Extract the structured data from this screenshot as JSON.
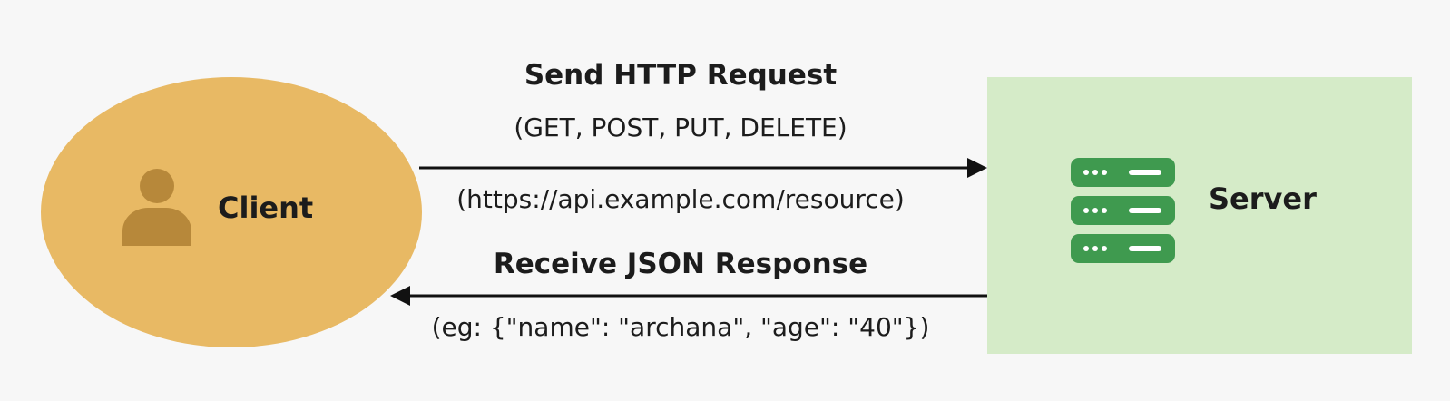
{
  "client": {
    "label": "Client",
    "icon": "user-icon",
    "color": "#e8b964",
    "icon_color": "#b7883a"
  },
  "server": {
    "label": "Server",
    "icon": "server-stack-icon",
    "color": "#d5ebc8",
    "icon_color": "#3f9a4f"
  },
  "request": {
    "title": "Send HTTP Request",
    "methods": "(GET, POST, PUT, DELETE)",
    "url": "(https://api.example.com/resource)"
  },
  "response": {
    "title": "Receive JSON Response",
    "example": "(eg: {\"name\": \"archana\", \"age\": \"40\"})"
  }
}
